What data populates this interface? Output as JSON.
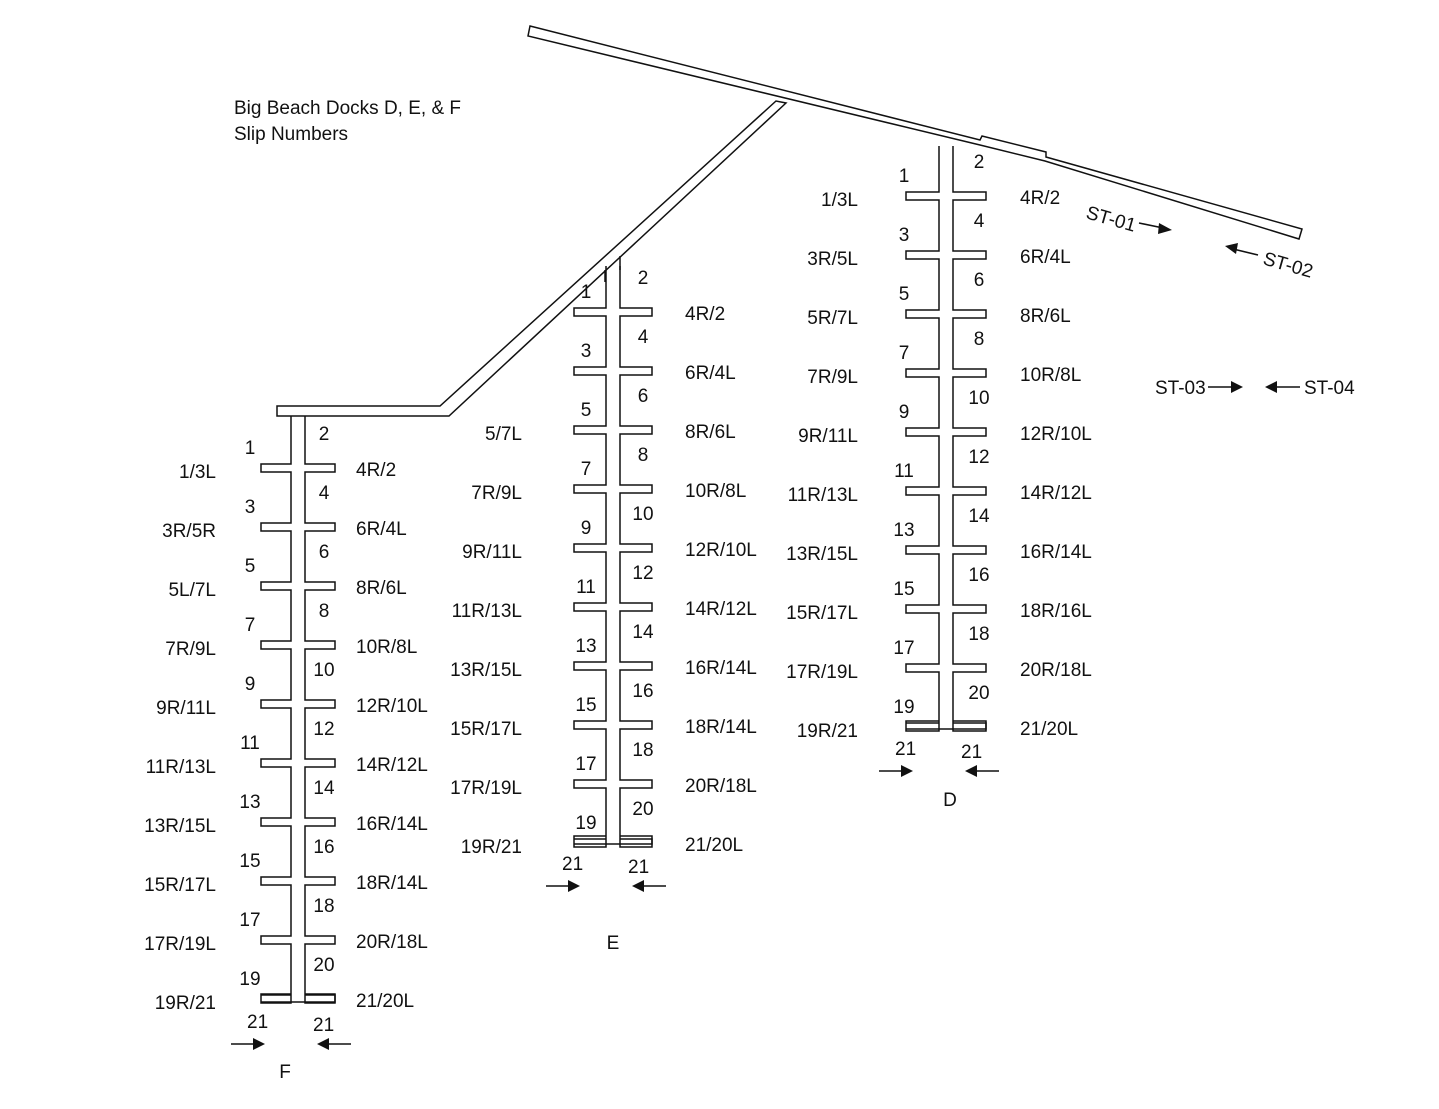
{
  "title": {
    "line1": "Big Beach Docks D, E, & F",
    "line2": "Slip Numbers"
  },
  "colors": {
    "stroke": "#111111",
    "background": "#ffffff"
  },
  "stations": [
    {
      "id": "st01",
      "label": "ST-01",
      "arrow": "right"
    },
    {
      "id": "st02",
      "label": "ST-02",
      "arrow": "left"
    },
    {
      "id": "st03",
      "label": "ST-03",
      "arrow": "right"
    },
    {
      "id": "st04",
      "label": "ST-04",
      "arrow": "left"
    }
  ],
  "docks": [
    {
      "id": "F",
      "label": "F",
      "left_numbers": [
        "1",
        "3",
        "5",
        "7",
        "9",
        "11",
        "13",
        "15",
        "17",
        "19"
      ],
      "right_numbers": [
        "2",
        "4",
        "6",
        "8",
        "10",
        "12",
        "14",
        "16",
        "18",
        "20"
      ],
      "left_labels": [
        "1/3L",
        "3R/5R",
        "5L/7L",
        "7R/9L",
        "9R/11L",
        "11R/13L",
        "13R/15L",
        "15R/17L",
        "17R/19L",
        "19R/21"
      ],
      "right_labels": [
        "4R/2",
        "6R/4L",
        "8R/6L",
        "10R/8L",
        "12R/10L",
        "14R/12L",
        "16R/14L",
        "18R/14L",
        "20R/18L",
        "21/20L"
      ],
      "end_left": "21",
      "end_right": "21"
    },
    {
      "id": "E",
      "label": "E",
      "left_numbers": [
        "1",
        "3",
        "5",
        "7",
        "9",
        "11",
        "13",
        "15",
        "17",
        "19"
      ],
      "right_numbers": [
        "2",
        "4",
        "6",
        "8",
        "10",
        "12",
        "14",
        "16",
        "18",
        "20"
      ],
      "left_labels": [
        "5/7L",
        "7R/9L",
        "9R/11L",
        "11R/13L",
        "13R/15L",
        "15R/17L",
        "17R/19L",
        "19R/21"
      ],
      "right_labels": [
        "4R/2",
        "6R/4L",
        "8R/6L",
        "10R/8L",
        "12R/10L",
        "14R/12L",
        "16R/14L",
        "18R/14L",
        "20R/18L",
        "21/20L"
      ],
      "end_left": "21",
      "end_right": "21"
    },
    {
      "id": "D",
      "label": "D",
      "left_numbers": [
        "1",
        "3",
        "5",
        "7",
        "9",
        "11",
        "13",
        "15",
        "17",
        "19"
      ],
      "right_numbers": [
        "2",
        "4",
        "6",
        "8",
        "10",
        "12",
        "14",
        "16",
        "18",
        "20"
      ],
      "left_labels": [
        "1/3L",
        "3R/5L",
        "5R/7L",
        "7R/9L",
        "9R/11L",
        "11R/13L",
        "13R/15L",
        "15R/17L",
        "17R/19L",
        "19R/21"
      ],
      "right_labels": [
        "4R/2",
        "6R/4L",
        "8R/6L",
        "10R/8L",
        "12R/10L",
        "14R/12L",
        "16R/14L",
        "18R/16L",
        "20R/18L",
        "21/20L"
      ],
      "end_left": "21",
      "end_right": "21"
    }
  ]
}
